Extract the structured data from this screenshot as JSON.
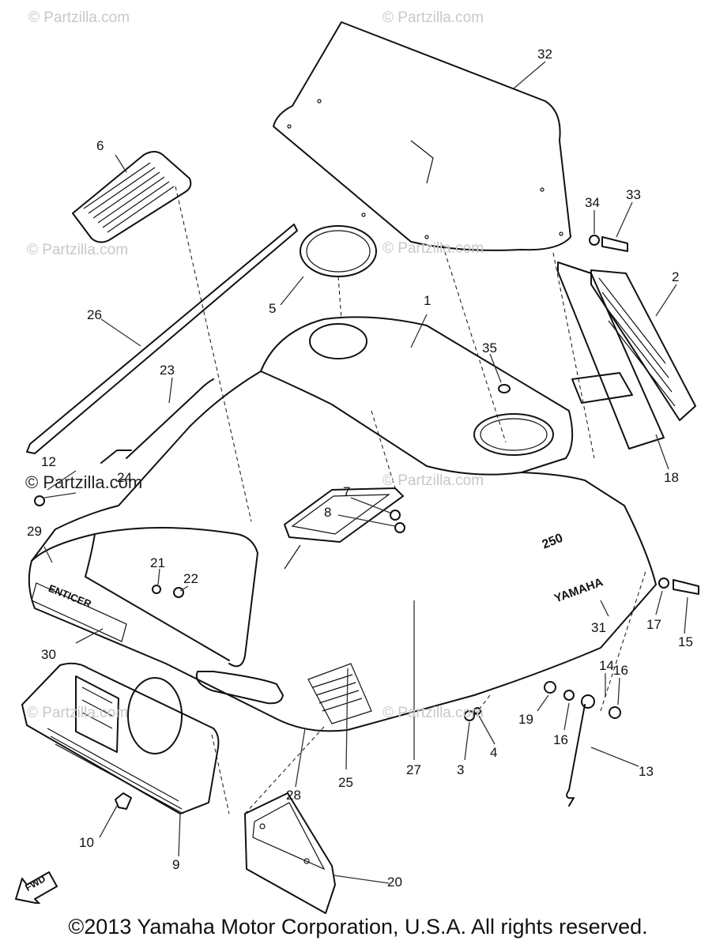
{
  "watermarks": {
    "top_left": "© Partzilla.com",
    "top_center": "© Partzilla.com",
    "mid_left": "© Partzilla.com",
    "mid_center": "© Partzilla.com",
    "left_strong": "© Partzilla.com",
    "center_mid": "© Partzilla.com",
    "lower_left": "© Partzilla.com",
    "lower_center": "© Partzilla.com"
  },
  "callouts": {
    "c1": "1",
    "c2": "2",
    "c3": "3",
    "c4": "4",
    "c5": "5",
    "c6": "6",
    "c7": "7",
    "c8": "8",
    "c9": "9",
    "c10": "10",
    "c12": "12",
    "c13": "13",
    "c14": "14",
    "c15": "15",
    "c16a": "16",
    "c16b": "16",
    "c17": "17",
    "c18": "18",
    "c19": "19",
    "c20": "20",
    "c21": "21",
    "c22": "22",
    "c23": "23",
    "c24": "24",
    "c25": "25",
    "c26": "26",
    "c27": "27",
    "c28": "28",
    "c29": "29",
    "c30": "30",
    "c31": "31",
    "c32": "32",
    "c33": "33",
    "c34": "34",
    "c35": "35"
  },
  "part_markings": {
    "brand": "YAMAHA",
    "model": "250",
    "side_logo": "ENTICER"
  },
  "fwd_label": "FWD",
  "copyright": "©2013 Yamaha Motor Corporation, U.S.A. All rights reserved."
}
